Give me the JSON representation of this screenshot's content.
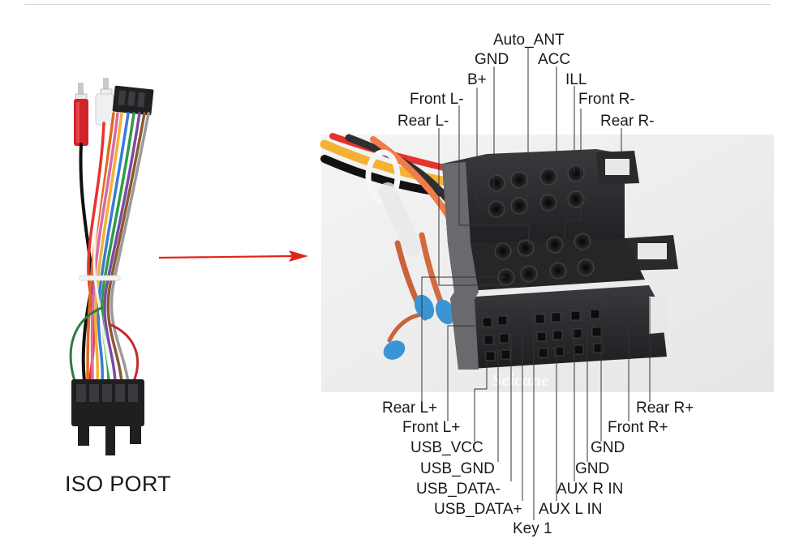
{
  "caption": "ISO PORT",
  "watermark": "Seicane",
  "colors": {
    "arrow": "#e0241c",
    "connector": "#2a2a2d",
    "leader": "#333333"
  },
  "labels_top": [
    {
      "id": "auto-ant",
      "text": "Auto_ANT"
    },
    {
      "id": "gnd-top",
      "text": "GND"
    },
    {
      "id": "acc",
      "text": "ACC"
    },
    {
      "id": "b-plus",
      "text": "B+"
    },
    {
      "id": "ill",
      "text": "ILL"
    },
    {
      "id": "front-l-minus",
      "text": "Front L-"
    },
    {
      "id": "front-r-minus",
      "text": "Front R-"
    },
    {
      "id": "rear-l-minus",
      "text": "Rear L-"
    },
    {
      "id": "rear-r-minus",
      "text": "Rear R-"
    }
  ],
  "labels_bottom": [
    {
      "id": "rear-l-plus",
      "text": "Rear L+"
    },
    {
      "id": "rear-r-plus",
      "text": "Rear R+"
    },
    {
      "id": "front-l-plus",
      "text": "Front L+"
    },
    {
      "id": "front-r-plus",
      "text": "Front R+"
    },
    {
      "id": "usb-vcc",
      "text": "USB_VCC"
    },
    {
      "id": "gnd-1",
      "text": "GND"
    },
    {
      "id": "usb-gnd",
      "text": "USB_GND"
    },
    {
      "id": "gnd-2",
      "text": "GND"
    },
    {
      "id": "usb-data-minus",
      "text": "USB_DATA-"
    },
    {
      "id": "aux-r-in",
      "text": "AUX R IN"
    },
    {
      "id": "usb-data-plus",
      "text": "USB_DATA+"
    },
    {
      "id": "aux-l-in",
      "text": "AUX L IN"
    },
    {
      "id": "key-1",
      "text": "Key 1"
    }
  ]
}
